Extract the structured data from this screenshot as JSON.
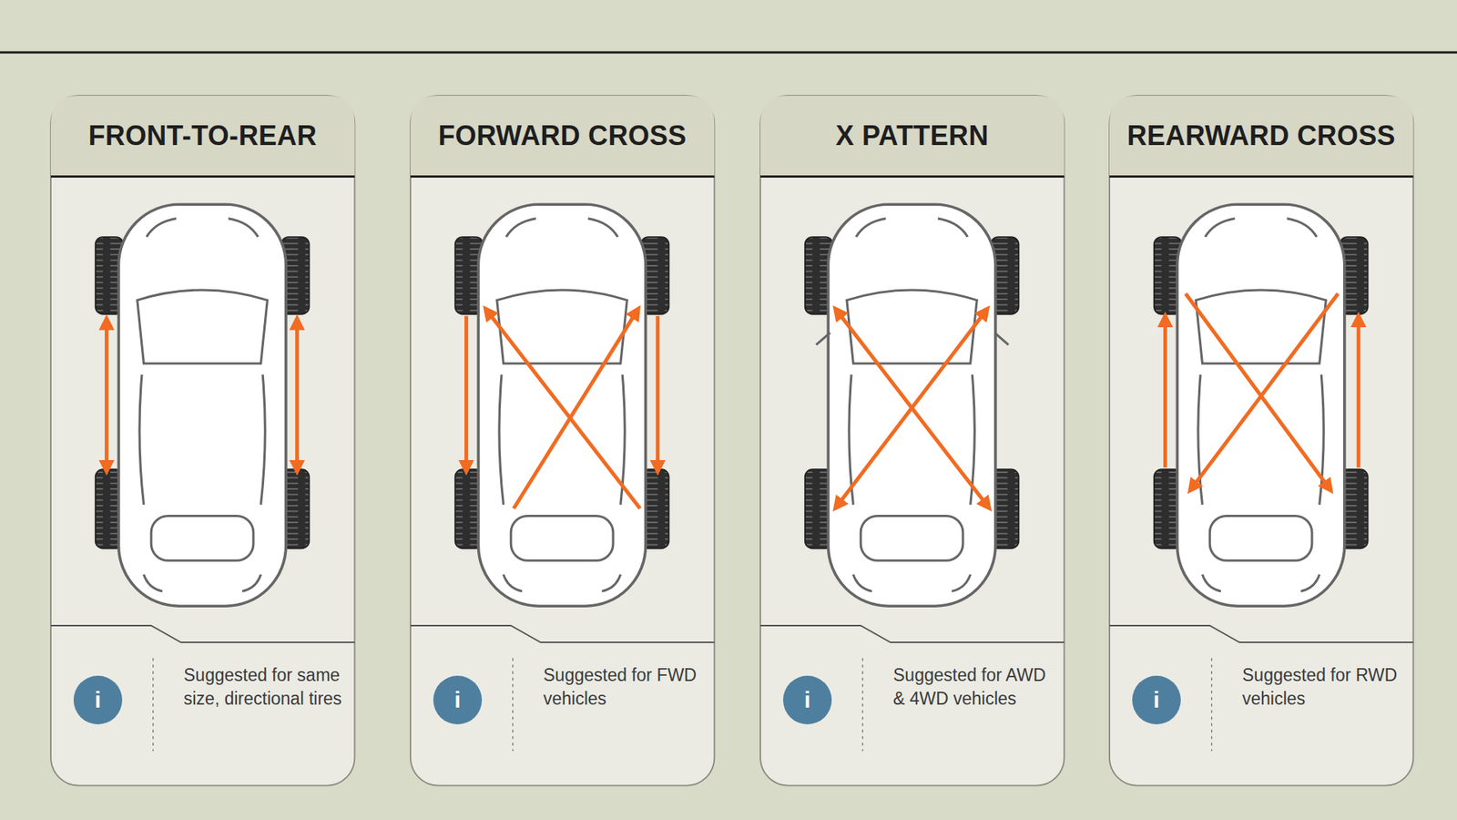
{
  "diagram": {
    "nodes": [
      {
        "text": [
          "FRONT-TO-REAR",
          "Suggested for same size, directional tires"
        ]
      },
      {
        "text": [
          "i"
        ],
        "in": 0
      },
      {
        "text": [
          "FORWARD CROSS",
          "Suggested for FWD vehicles"
        ]
      },
      {
        "text": [
          "i"
        ],
        "in": 2
      },
      {
        "text": [
          "X PATTERN",
          "Suggested for AWD & 4WD vehicles"
        ]
      },
      {
        "text": [
          "i"
        ],
        "in": 4
      },
      {
        "text": [
          "REARWARD CROSS",
          "Suggested for RWD vehicles"
        ]
      },
      {
        "text": [
          "i"
        ],
        "in": 6
      }
    ]
  }
}
